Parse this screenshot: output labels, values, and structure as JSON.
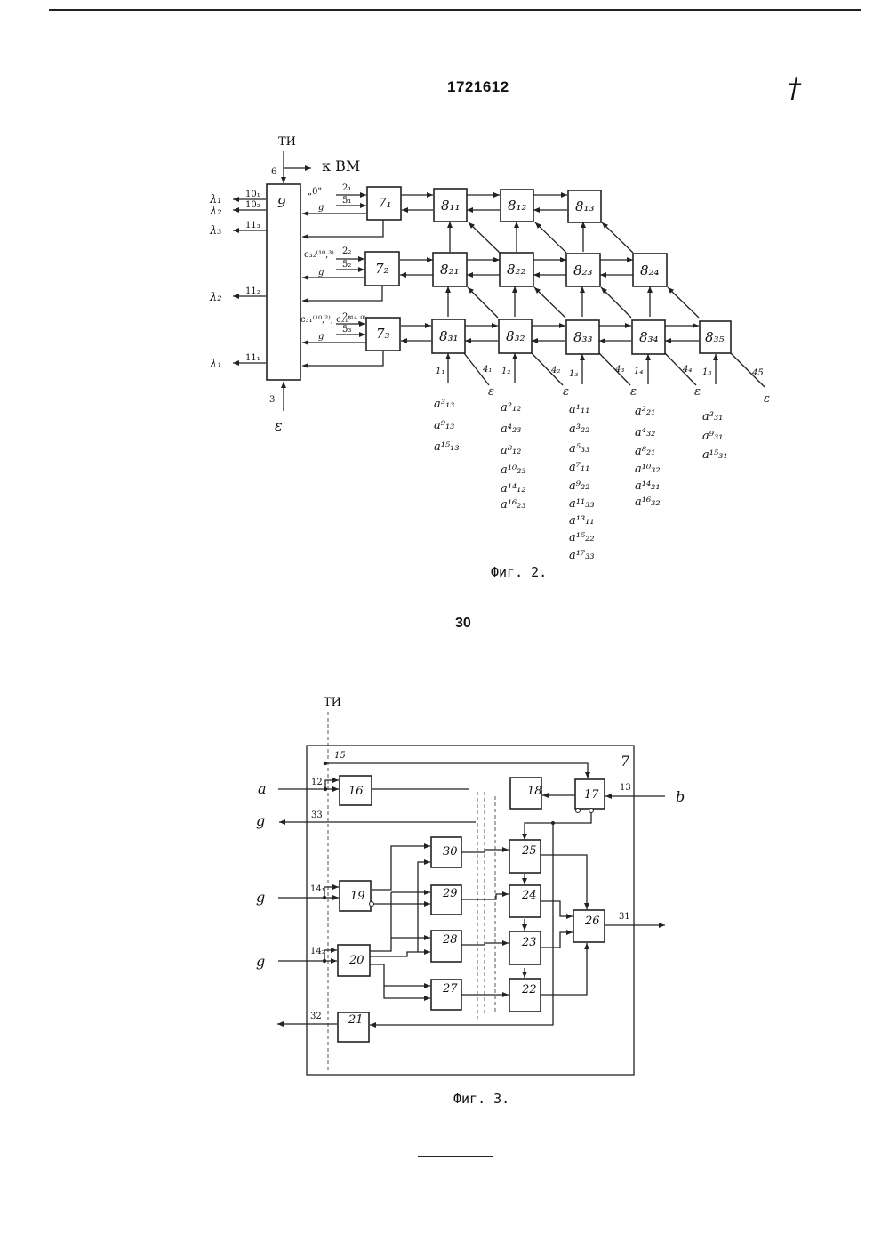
{
  "header": {
    "patent_number": "1721612",
    "corner_mark": "†"
  },
  "fig2": {
    "caption": "Фиг. 2.",
    "control_block": {
      "label": "9",
      "top_input": "ТИ",
      "top_pin": "6",
      "output_label": "к ВМ",
      "bottom_pin": "3",
      "bottom_input": "ε"
    },
    "left_outputs": [
      {
        "signal": "λ₁",
        "pin": "10₁"
      },
      {
        "signal": "λ₂",
        "pin": "10₂"
      },
      {
        "signal": "λ₃",
        "pin": "11₃"
      },
      {
        "signal": "λ₂",
        "pin": "11₂"
      },
      {
        "signal": "λ₁",
        "pin": "11₁"
      }
    ],
    "row_inputs": [
      {
        "coef": "„0\"",
        "g": "g",
        "pin_a": "2₁",
        "pin_b": "5₁"
      },
      {
        "coef": "c₃₂⁽¹⁰,³⁾",
        "g": "g",
        "pin_a": "2₂",
        "pin_b": "5₂"
      },
      {
        "coef": "c₃₁⁽¹⁰,²⁾, c₂₁⁽¹⁴,⁰⁾",
        "g": "g",
        "pin_a": "2₃",
        "pin_b": "5₃"
      }
    ],
    "row_blocks": [
      "7₁",
      "7₂",
      "7₃"
    ],
    "cells": [
      [
        "8₁₁",
        "8₁₂",
        "8₁₃"
      ],
      [
        "8₂₁",
        "8₂₂",
        "8₂₃",
        "8₂₄"
      ],
      [
        "8₃₁",
        "8₃₂",
        "8₃₃",
        "8₃₄",
        "8₃₅"
      ]
    ],
    "bottom_pins": [
      "1₁",
      "4₁",
      "1₂",
      "4₂",
      "1₃",
      "4₃",
      "1₄",
      "4₄",
      "1₅",
      "45"
    ],
    "bottom_epsilons": [
      "ε",
      "ε",
      "ε",
      "ε",
      "ε"
    ],
    "input_sequences": [
      [
        "a³₁₃",
        "a⁹₁₃",
        "a¹⁵₁₃"
      ],
      [
        "a²₁₂",
        "a⁴₂₃",
        "a⁸₁₂",
        "a¹⁰₂₃",
        "a¹⁴₁₂",
        "a¹⁶₂₃"
      ],
      [
        "a¹₁₁",
        "a³₂₂",
        "a⁵₃₃",
        "a⁷₁₁",
        "a⁹₂₂",
        "a¹¹₃₃",
        "a¹³₁₁",
        "a¹⁵₂₂",
        "a¹⁷₃₃"
      ],
      [
        "a²₂₁",
        "a⁴₃₂",
        "a⁸₂₁",
        "a¹⁰₃₂",
        "a¹⁴₂₁",
        "a¹⁶₃₂"
      ],
      [
        "a³₃₁",
        "a⁹₃₁",
        "a¹⁵₃₁"
      ]
    ]
  },
  "page_number": "30",
  "fig3": {
    "caption": "Фиг. 3.",
    "frame_label": "7",
    "top_input": "ТИ",
    "inputs_left": [
      {
        "signal": "a",
        "pin": "12"
      },
      {
        "signal": "g",
        "pin": "14₁"
      },
      {
        "signal": "g",
        "pin": "14₂"
      }
    ],
    "outputs_left": [
      {
        "signal": "g",
        "pin": "33"
      },
      {
        "signal": "",
        "pin": "32"
      }
    ],
    "input_right": {
      "signal": "b",
      "pin": "13"
    },
    "output_right": {
      "pin": "31"
    },
    "bus_pin": "15",
    "blocks": [
      "16",
      "17",
      "18",
      "19",
      "20",
      "21",
      "22",
      "23",
      "24",
      "25",
      "26",
      "27",
      "28",
      "29",
      "30"
    ]
  }
}
